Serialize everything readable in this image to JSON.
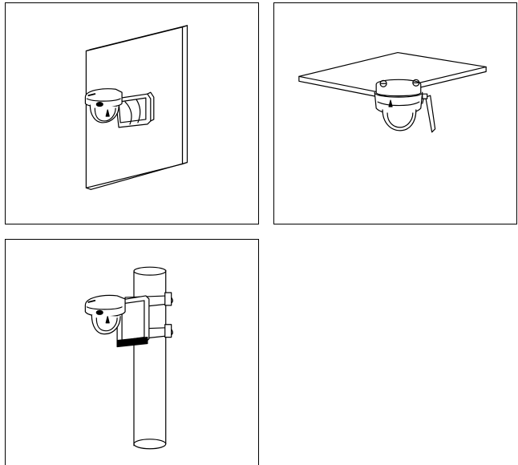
{
  "figure": {
    "panels": [
      {
        "id": "wall",
        "icon": "dome-camera-wall-mount-icon"
      },
      {
        "id": "ceiling",
        "icon": "dome-camera-ceiling-mount-icon"
      },
      {
        "id": "pole",
        "icon": "dome-camera-pole-mount-icon"
      }
    ],
    "colors": {
      "line": "#000000",
      "background": "#ffffff"
    }
  }
}
